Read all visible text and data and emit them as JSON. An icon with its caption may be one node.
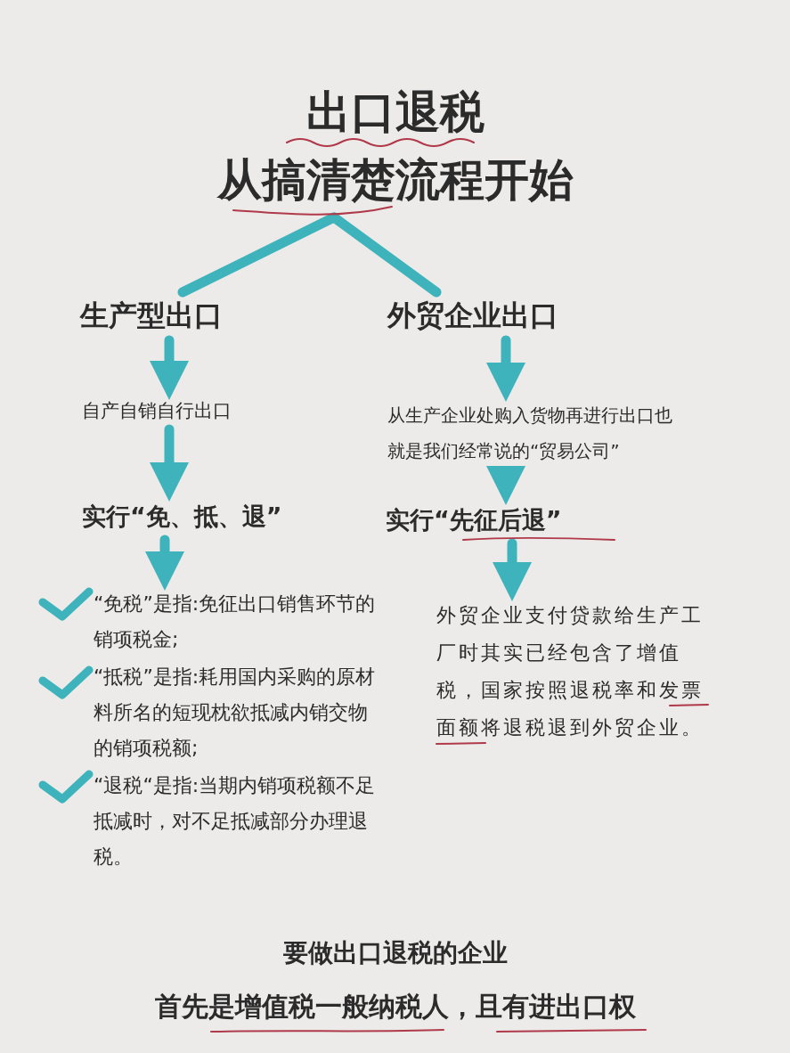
{
  "diagram": {
    "nodes": [
      {
        "text": [
          "出口退税",
          "从搞清楚流程开始"
        ]
      },
      {
        "text": [
          "生产型出口"
        ]
      },
      {
        "text": [
          "外贸企业出口"
        ]
      },
      {
        "text": [
          "自产自销自行出口"
        ]
      },
      {
        "text": [
          "从生产企业处购入货物再进行出口也就是我们经常说的“贸易公司”"
        ]
      },
      {
        "text": [
          "实行“免、抵、退”"
        ]
      },
      {
        "text": [
          "实行“先征后退”"
        ]
      },
      {
        "text": [
          "“免税”是指:免征出口销售环节的销项税金;",
          "“抵税”是指:耗用国内采购的原材料所名的短现枕欲抵减内销交物的销项税额;",
          "“退税“是指:当期内销项税额不足抵减时，对不足抵减部分办理退税。"
        ]
      },
      {
        "text": [
          "外贸企业支付贷款给生产工厂时其实已经包含了增值税，国家按照退税率和发票面额将退税退到外贸企业。"
        ]
      }
    ],
    "edges": [
      {
        "from": 0,
        "to": 1,
        "arrow": "none"
      },
      {
        "from": 0,
        "to": 2,
        "arrow": "none"
      },
      {
        "from": 1,
        "to": 3,
        "arrow": "to"
      },
      {
        "from": 3,
        "to": 5,
        "arrow": "to"
      },
      {
        "from": 5,
        "to": 7,
        "arrow": "to"
      },
      {
        "from": 2,
        "to": 4,
        "arrow": "to"
      },
      {
        "from": 4,
        "to": 6,
        "arrow": "to"
      },
      {
        "from": 6,
        "to": 8,
        "arrow": "to"
      }
    ],
    "labels": [
      "要做出口退税的企业",
      "首先是增值税一般纳税人，且有进出口权"
    ]
  }
}
